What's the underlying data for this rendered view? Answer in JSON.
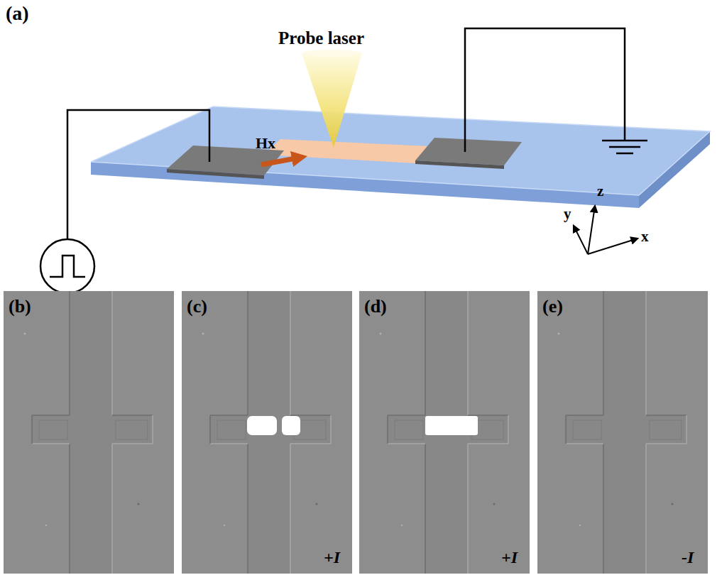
{
  "diagram": {
    "labels": [
      "(a)",
      "Probe laser",
      "Hx",
      "y",
      "z",
      "x",
      "(b)",
      "(c)",
      "+I",
      "(d)",
      "+I",
      "(e)",
      "-I"
    ]
  }
}
